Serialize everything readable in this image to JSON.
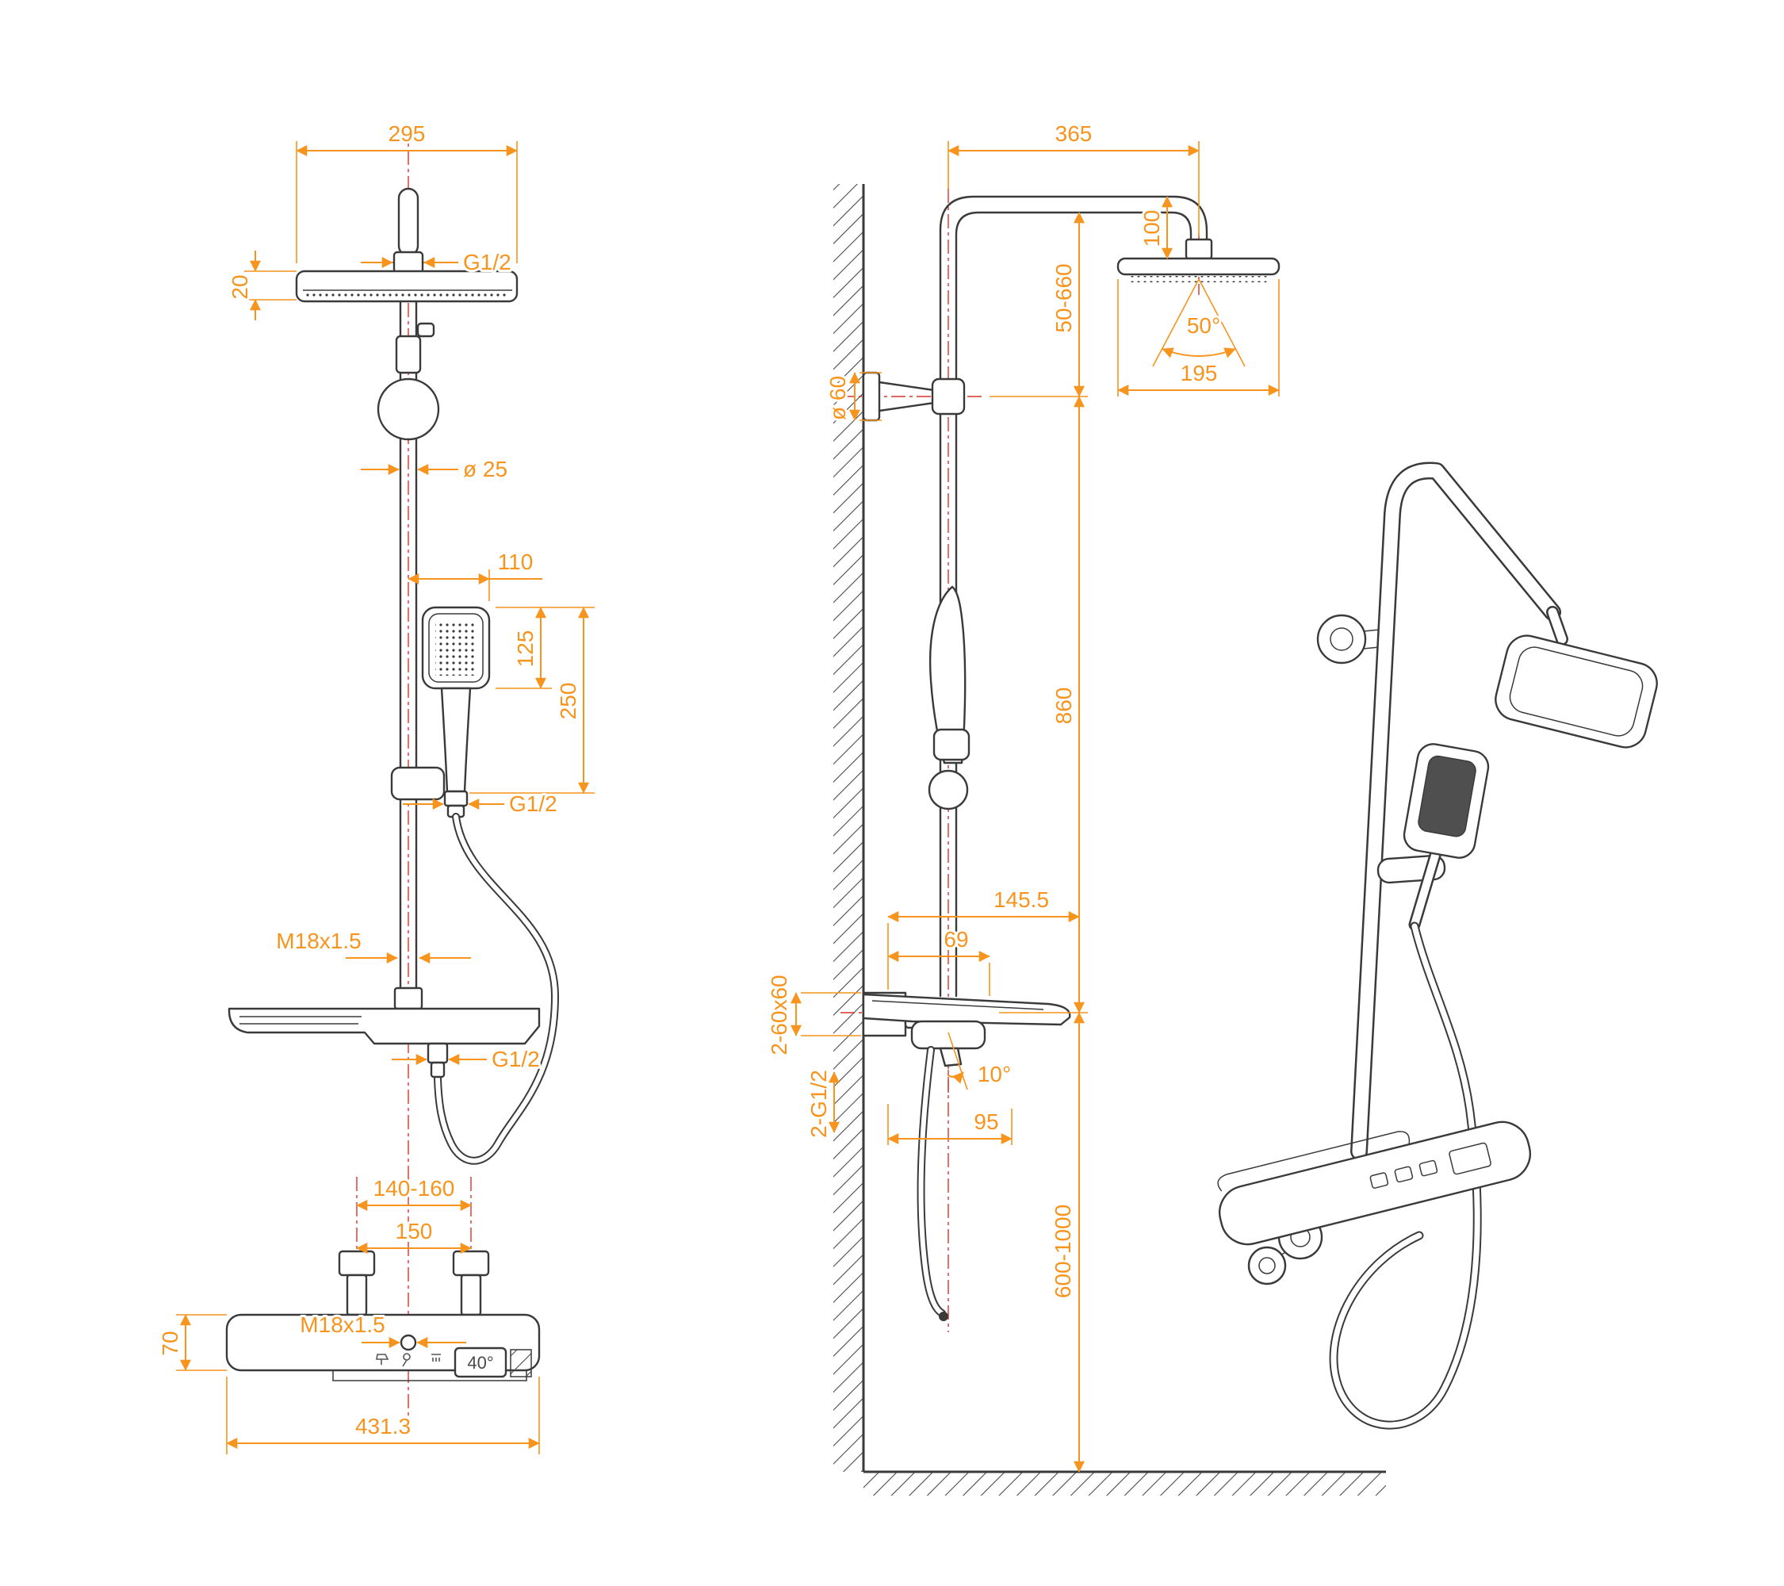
{
  "meta": {
    "drawing": "shower column installation dimensions",
    "units": "mm"
  },
  "colors": {
    "dimension": "#F7941D",
    "outline": "#3A3A3A",
    "centerline": "#D6352B"
  },
  "front": {
    "head_width": "295",
    "head_thickness": "20",
    "top_connector": "G1/2",
    "pipe_diameter": "ø 25",
    "handshower_width": "110",
    "handshower_head_height": "125",
    "handshower_length": "250",
    "hose_connector": "G1/2",
    "column_thread": "M18x1.5",
    "outlet_connector": "G1/2",
    "inlet_spacing_range": "140-160",
    "inlet_spacing_nominal": "150",
    "center_thread": "M18x1.5",
    "body_height": "70",
    "body_width": "431.3",
    "temperature_display": "40°"
  },
  "side": {
    "arm_reach": "365",
    "head_drop": "100",
    "riser_adjust_range": "50-660",
    "flange_diameter": "ø 60",
    "spray_angle": "50°",
    "head_depth": "195",
    "riser_length": "860",
    "shelf_depth": "145.5",
    "outlet_offset": "69",
    "wall_brackets": "2-60x60",
    "inlet_threads": "2-G1/2",
    "body_tilt": "10°",
    "spout_reach": "95",
    "install_height_range": "600-1000"
  }
}
